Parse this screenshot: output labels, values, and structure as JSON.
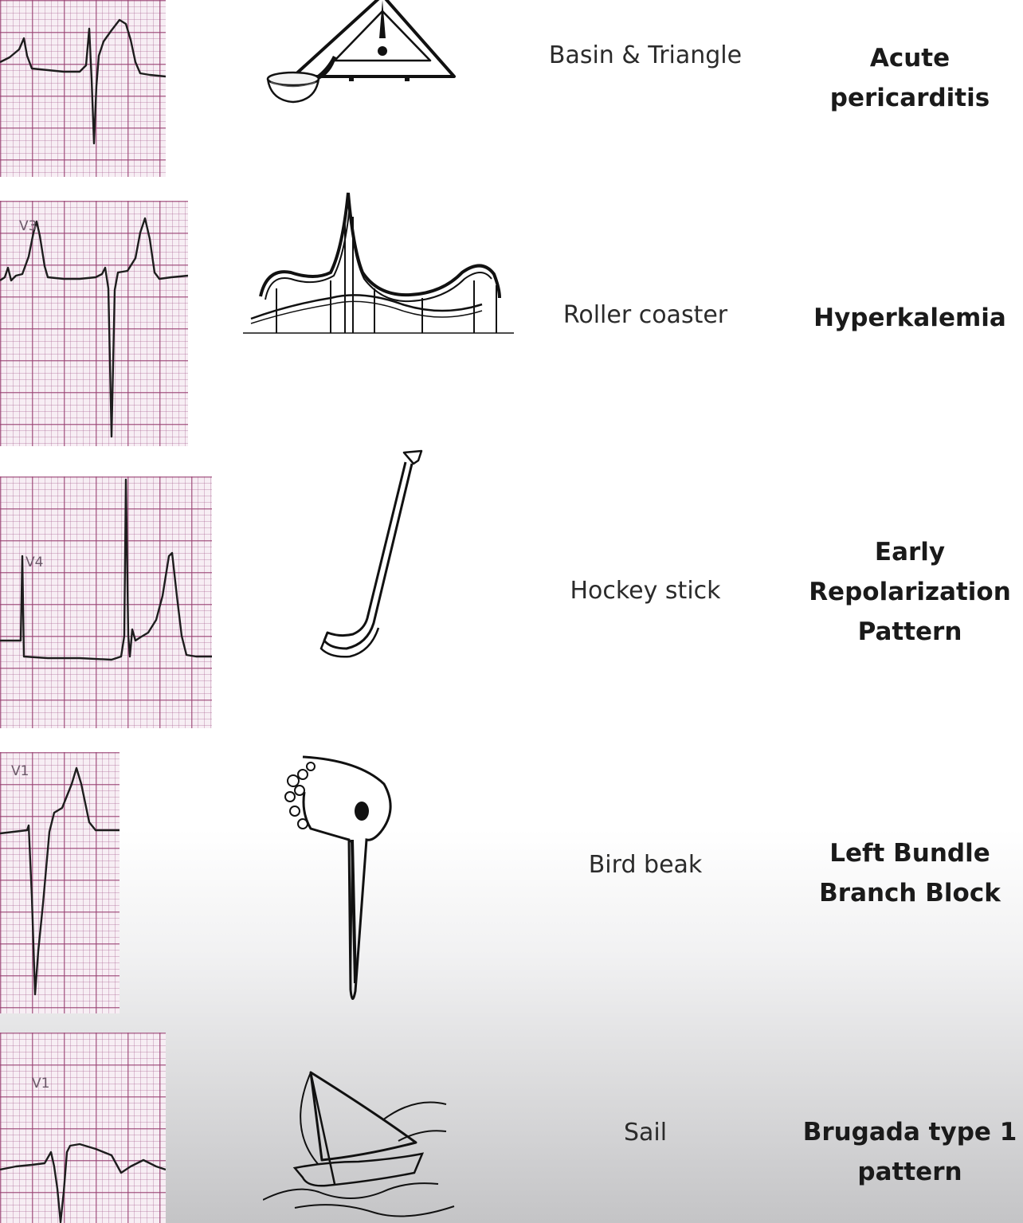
{
  "rows": [
    {
      "lead": "",
      "metaphor": "Basin & Triangle",
      "diagnosis": "Acute\npericarditis",
      "icon": "basin-triangle-icon"
    },
    {
      "lead": "V3",
      "metaphor": "Roller coaster",
      "diagnosis": "Hyperkalemia",
      "icon": "roller-coaster-icon"
    },
    {
      "lead": "V4",
      "metaphor": "Hockey stick",
      "diagnosis": "Early\nRepolarization\nPattern",
      "icon": "hockey-stick-icon"
    },
    {
      "lead": "V1",
      "metaphor": "Bird beak",
      "diagnosis": "Left Bundle\nBranch Block",
      "icon": "bird-beak-icon"
    },
    {
      "lead": "V1",
      "metaphor": "Sail",
      "diagnosis": "Brugada type 1\npattern",
      "icon": "sail-icon"
    }
  ]
}
